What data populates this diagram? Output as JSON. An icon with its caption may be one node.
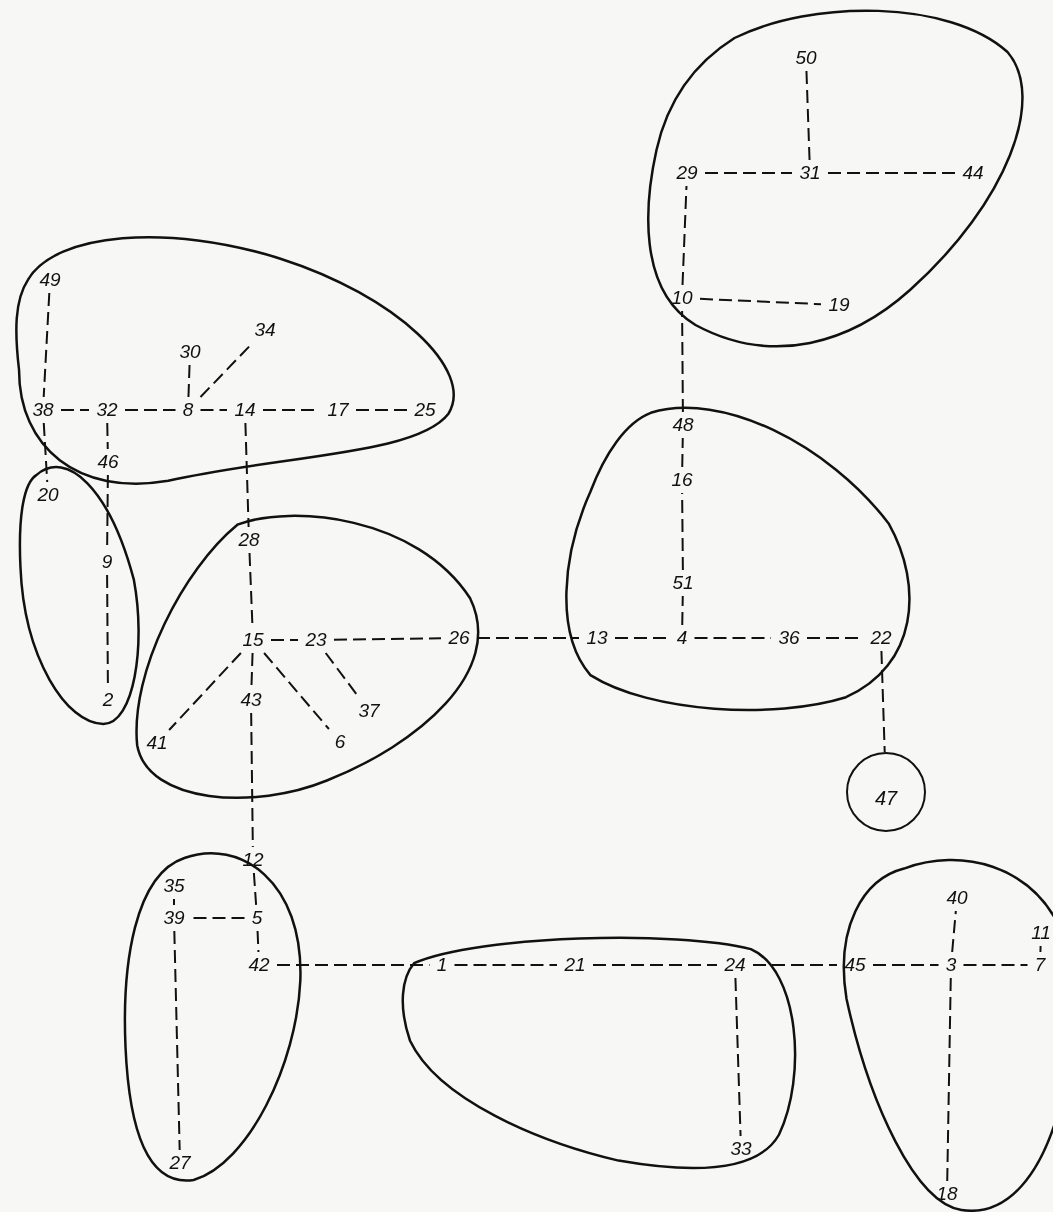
{
  "diagram": {
    "nodes": [
      {
        "text": [],
        "shape": "blob"
      },
      {
        "text": [
          "49"
        ],
        "in": 0
      },
      {
        "text": [
          "30"
        ],
        "in": 0
      },
      {
        "text": [
          "34"
        ],
        "in": 0
      },
      {
        "text": [
          "38"
        ],
        "in": 0
      },
      {
        "text": [
          "32"
        ],
        "in": 0
      },
      {
        "text": [
          "8"
        ],
        "in": 0
      },
      {
        "text": [
          "14"
        ],
        "in": 0
      },
      {
        "text": [
          "17"
        ],
        "in": 0
      },
      {
        "text": [
          "25"
        ],
        "in": 0
      },
      {
        "text": [
          "46"
        ],
        "in": 0
      },
      {
        "text": [],
        "shape": "blob"
      },
      {
        "text": [
          "20"
        ],
        "in": 11
      },
      {
        "text": [
          "9"
        ],
        "in": 11
      },
      {
        "text": [
          "2"
        ],
        "in": 11
      },
      {
        "text": [],
        "shape": "blob"
      },
      {
        "text": [
          "28"
        ],
        "in": 15
      },
      {
        "text": [
          "15"
        ],
        "in": 15
      },
      {
        "text": [
          "23"
        ],
        "in": 15
      },
      {
        "text": [
          "26"
        ],
        "in": 15
      },
      {
        "text": [
          "43"
        ],
        "in": 15
      },
      {
        "text": [
          "37"
        ],
        "in": 15
      },
      {
        "text": [
          "6"
        ],
        "in": 15
      },
      {
        "text": [
          "41"
        ],
        "in": 15
      },
      {
        "text": [],
        "shape": "blob"
      },
      {
        "text": [
          "50"
        ],
        "in": 24
      },
      {
        "text": [
          "29"
        ],
        "in": 24
      },
      {
        "text": [
          "31"
        ],
        "in": 24
      },
      {
        "text": [
          "44"
        ],
        "in": 24
      },
      {
        "text": [
          "10"
        ],
        "in": 24
      },
      {
        "text": [
          "19"
        ],
        "in": 24
      },
      {
        "text": [],
        "shape": "blob"
      },
      {
        "text": [
          "48"
        ],
        "in": 31
      },
      {
        "text": [
          "16"
        ],
        "in": 31
      },
      {
        "text": [
          "51"
        ],
        "in": 31
      },
      {
        "text": [
          "13"
        ],
        "in": 31
      },
      {
        "text": [
          "4"
        ],
        "in": 31
      },
      {
        "text": [
          "36"
        ],
        "in": 31
      },
      {
        "text": [
          "22"
        ],
        "in": 31
      },
      {
        "text": [
          "47"
        ]
      },
      {
        "text": [],
        "shape": "blob"
      },
      {
        "text": [
          "12"
        ],
        "in": 40
      },
      {
        "text": [
          "35"
        ],
        "in": 40
      },
      {
        "text": [
          "39"
        ],
        "in": 40
      },
      {
        "text": [
          "5"
        ],
        "in": 40
      },
      {
        "text": [
          "42"
        ],
        "in": 40
      },
      {
        "text": [
          "27"
        ],
        "in": 40
      },
      {
        "text": [],
        "shape": "blob"
      },
      {
        "text": [
          "1"
        ],
        "in": 47
      },
      {
        "text": [
          "21"
        ],
        "in": 47
      },
      {
        "text": [
          "24"
        ],
        "in": 47
      },
      {
        "text": [
          "33"
        ],
        "in": 47
      },
      {
        "text": [],
        "shape": "blob"
      },
      {
        "text": [
          "40"
        ],
        "in": 52
      },
      {
        "text": [
          "11"
        ],
        "in": 52
      },
      {
        "text": [
          "45"
        ],
        "in": 52
      },
      {
        "text": [
          "3"
        ],
        "in": 52
      },
      {
        "text": [
          "7"
        ],
        "in": 52
      },
      {
        "text": [
          "18"
        ],
        "in": 52
      }
    ],
    "edges": [
      {
        "from": 1,
        "to": 4,
        "arrow": "none"
      },
      {
        "from": 4,
        "to": 5,
        "arrow": "none"
      },
      {
        "from": 5,
        "to": 6,
        "arrow": "none"
      },
      {
        "from": 6,
        "to": 2,
        "arrow": "none"
      },
      {
        "from": 6,
        "to": 3,
        "arrow": "none"
      },
      {
        "from": 6,
        "to": 7,
        "arrow": "none"
      },
      {
        "from": 7,
        "to": 8,
        "arrow": "none"
      },
      {
        "from": 8,
        "to": 9,
        "arrow": "none"
      },
      {
        "from": 5,
        "to": 10,
        "arrow": "none"
      },
      {
        "from": 10,
        "to": 13,
        "arrow": "none"
      },
      {
        "from": 13,
        "to": 14,
        "arrow": "none"
      },
      {
        "from": 4,
        "to": 12,
        "arrow": "none"
      },
      {
        "from": 7,
        "to": 16,
        "arrow": "none"
      },
      {
        "from": 16,
        "to": 17,
        "arrow": "none"
      },
      {
        "from": 17,
        "to": 18,
        "arrow": "none"
      },
      {
        "from": 18,
        "to": 19,
        "arrow": "none"
      },
      {
        "from": 18,
        "to": 21,
        "arrow": "none"
      },
      {
        "from": 17,
        "to": 23,
        "arrow": "none"
      },
      {
        "from": 17,
        "to": 22,
        "arrow": "none"
      },
      {
        "from": 17,
        "to": 20,
        "arrow": "none"
      },
      {
        "from": 20,
        "to": 41,
        "arrow": "none"
      },
      {
        "from": 41,
        "to": 44,
        "arrow": "none"
      },
      {
        "from": 44,
        "to": 43,
        "arrow": "none"
      },
      {
        "from": 43,
        "to": 42,
        "arrow": "none"
      },
      {
        "from": 43,
        "to": 46,
        "arrow": "none"
      },
      {
        "from": 44,
        "to": 45,
        "arrow": "none"
      },
      {
        "from": 45,
        "to": 48,
        "arrow": "none"
      },
      {
        "from": 48,
        "to": 49,
        "arrow": "none"
      },
      {
        "from": 49,
        "to": 50,
        "arrow": "none"
      },
      {
        "from": 50,
        "to": 51,
        "arrow": "none"
      },
      {
        "from": 50,
        "to": 55,
        "arrow": "none"
      },
      {
        "from": 55,
        "to": 56,
        "arrow": "none"
      },
      {
        "from": 56,
        "to": 53,
        "arrow": "none"
      },
      {
        "from": 56,
        "to": 58,
        "arrow": "none"
      },
      {
        "from": 56,
        "to": 57,
        "arrow": "none"
      },
      {
        "from": 57,
        "to": 54,
        "arrow": "none"
      },
      {
        "from": 19,
        "to": 35,
        "arrow": "none"
      },
      {
        "from": 35,
        "to": 36,
        "arrow": "none"
      },
      {
        "from": 36,
        "to": 34,
        "arrow": "none"
      },
      {
        "from": 34,
        "to": 33,
        "arrow": "none"
      },
      {
        "from": 33,
        "to": 32,
        "arrow": "none"
      },
      {
        "from": 32,
        "to": 29,
        "arrow": "none"
      },
      {
        "from": 29,
        "to": 30,
        "arrow": "none"
      },
      {
        "from": 29,
        "to": 26,
        "arrow": "none"
      },
      {
        "from": 26,
        "to": 27,
        "arrow": "none"
      },
      {
        "from": 27,
        "to": 25,
        "arrow": "none"
      },
      {
        "from": 27,
        "to": 28,
        "arrow": "none"
      },
      {
        "from": 36,
        "to": 37,
        "arrow": "none"
      },
      {
        "from": 37,
        "to": 38,
        "arrow": "none"
      },
      {
        "from": 38,
        "to": 39,
        "arrow": "none"
      }
    ]
  }
}
